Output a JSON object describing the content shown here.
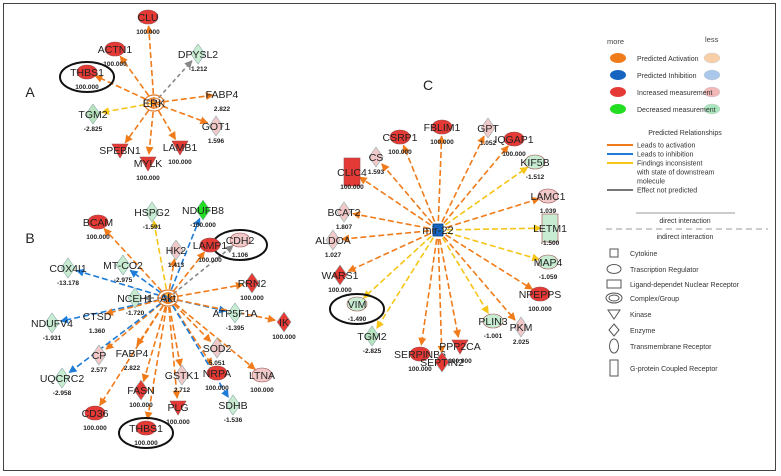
{
  "panels": [
    {
      "letter": "A",
      "hub": {
        "label": "ERK",
        "shape": "complex"
      },
      "nodes": [
        {
          "id": "actn1",
          "label": "ACTN1",
          "value": "100.000",
          "shape": "ellipse",
          "fill": "#e53935",
          "edge": "act"
        },
        {
          "id": "clu",
          "label": "CLU",
          "value": "100.000",
          "shape": "ellipse",
          "fill": "#e53935",
          "edge": "act"
        },
        {
          "id": "dpysl2",
          "label": "DPYSL2",
          "value": "-1.212",
          "shape": "diamond",
          "fill": "#c8ecd2",
          "edge": "np"
        },
        {
          "id": "thbs1",
          "label": "THBS1",
          "value": "100.000",
          "shape": "ellipse",
          "fill": "#e53935",
          "edge": "act",
          "circled": true
        },
        {
          "id": "fabp4",
          "label": "FABP4",
          "value": "2.822",
          "shape": "plain",
          "fill": "none",
          "edge": "act"
        },
        {
          "id": "tgm2",
          "label": "TGM2",
          "value": "-2.825",
          "shape": "diamond",
          "fill": "#b9e3bf",
          "edge": "incons"
        },
        {
          "id": "got1",
          "label": "GOT1",
          "value": "1.596",
          "shape": "diamond",
          "fill": "#f2c9c9",
          "edge": "act"
        },
        {
          "id": "spbn1",
          "label": "SPEBN1",
          "value": "",
          "shape": "arrow",
          "fill": "#e53935",
          "edge": "act"
        },
        {
          "id": "mylk",
          "label": "MYLK",
          "value": "100.000",
          "shape": "arrow",
          "fill": "#e53935",
          "edge": "act"
        },
        {
          "id": "lamb1",
          "label": "LAMB1",
          "value": "100.000",
          "shape": "arrow",
          "fill": "#e53935",
          "edge": "act"
        }
      ]
    },
    {
      "letter": "B",
      "hub": {
        "label": "Akt",
        "shape": "complex"
      },
      "nodes": [
        {
          "id": "bcam",
          "label": "BCAM",
          "value": "100.000",
          "shape": "ellipse",
          "fill": "#e53935",
          "edge": "act"
        },
        {
          "id": "hspg2",
          "label": "HSPG2",
          "value": "-1.591",
          "shape": "diamond",
          "fill": "#c8ecd2",
          "edge": "incons"
        },
        {
          "id": "ndufb8",
          "label": "NDUFB8",
          "value": "-100.000",
          "shape": "diamond",
          "fill": "#22dd22",
          "edge": "inh"
        },
        {
          "id": "cdh2",
          "label": "CDH2",
          "value": "1.106",
          "shape": "ellipse",
          "fill": "#f2c9c9",
          "edge": "np",
          "circled": true
        },
        {
          "id": "cox4i1",
          "label": "COX4I1",
          "value": "-13.178",
          "shape": "diamond",
          "fill": "#c8ecd2",
          "edge": "inh"
        },
        {
          "id": "mtco2",
          "label": "MT-CO2",
          "value": "-2.975",
          "shape": "diamond",
          "fill": "#c8ecd2",
          "edge": "inh"
        },
        {
          "id": "hk2",
          "label": "HK2",
          "value": "1.413",
          "shape": "diamond",
          "fill": "#f2c9c9",
          "edge": "act"
        },
        {
          "id": "lamp1",
          "label": "LAMP1",
          "value": "100.000",
          "shape": "ellipse",
          "fill": "#e53935",
          "edge": "act"
        },
        {
          "id": "rrn2",
          "label": "RRN2",
          "value": "100.000",
          "shape": "diamond",
          "fill": "#e53935",
          "edge": "act"
        },
        {
          "id": "nceh1",
          "label": "NCEH1",
          "value": "-1.720",
          "shape": "diamond",
          "fill": "#c8ecd2",
          "edge": "np"
        },
        {
          "id": "ndufv4",
          "label": "NDUFV4",
          "value": "-1.931",
          "shape": "diamond",
          "fill": "#c8ecd2",
          "edge": "inh"
        },
        {
          "id": "ctsd",
          "label": "CTSD",
          "value": "1.360",
          "shape": "plain",
          "fill": "none",
          "edge": "act"
        },
        {
          "id": "atp5f1a",
          "label": "ATP5F1A",
          "value": "-1.395",
          "shape": "diamond",
          "fill": "#c8ecd2",
          "edge": "inh"
        },
        {
          "id": "ik",
          "label": "IK",
          "value": "100.000",
          "shape": "diamond",
          "fill": "#e53935",
          "edge": "act"
        },
        {
          "id": "cp",
          "label": "CP",
          "value": "2.577",
          "shape": "diamond",
          "fill": "#f2c9c9",
          "edge": "act"
        },
        {
          "id": "fabp4b",
          "label": "FABP4",
          "value": "2.822",
          "shape": "plain",
          "fill": "none",
          "edge": "act"
        },
        {
          "id": "sod2",
          "label": "SOD2",
          "value": "5.051",
          "shape": "diamond",
          "fill": "#f2c9c9",
          "edge": "act"
        },
        {
          "id": "uqcrc2",
          "label": "UQCRC2",
          "value": "-2.958",
          "shape": "diamond",
          "fill": "#c8ecd2",
          "edge": "inh"
        },
        {
          "id": "gstk1",
          "label": "GSTK1",
          "value": "2.712",
          "shape": "diamond",
          "fill": "#f2c9c9",
          "edge": "act"
        },
        {
          "id": "nrpa",
          "label": "NRPA",
          "value": "100.000",
          "shape": "ellipse",
          "fill": "#e53935",
          "edge": "act"
        },
        {
          "id": "ltna",
          "label": "LTNA",
          "value": "100.000",
          "shape": "ellipse",
          "fill": "#f2c9c9",
          "edge": "act"
        },
        {
          "id": "fasn",
          "label": "FASN",
          "value": "100.000",
          "shape": "diamond",
          "fill": "#e53935",
          "edge": "act"
        },
        {
          "id": "plg",
          "label": "PLG",
          "value": "100.000",
          "shape": "arrow",
          "fill": "#e53935",
          "edge": "act"
        },
        {
          "id": "cd36",
          "label": "CD36",
          "value": "100.000",
          "shape": "ellipse",
          "fill": "#e53935",
          "edge": "act"
        },
        {
          "id": "thbs1b",
          "label": "THBS1",
          "value": "100.000",
          "shape": "ellipse",
          "fill": "#e53935",
          "edge": "act",
          "circled": true
        },
        {
          "id": "sdhb",
          "label": "SDHB",
          "value": "-1.536",
          "shape": "diamond",
          "fill": "#c8ecd2",
          "edge": "inh"
        }
      ]
    },
    {
      "letter": "C",
      "hub": {
        "label": "mir-22",
        "shape": "square"
      },
      "nodes": [
        {
          "id": "csrp1",
          "label": "CSRP1",
          "value": "100.000",
          "shape": "ellipse",
          "fill": "#e53935",
          "edge": "act"
        },
        {
          "id": "fblim1",
          "label": "FBLIM1",
          "value": "100.000",
          "shape": "ellipse",
          "fill": "#e53935",
          "edge": "act"
        },
        {
          "id": "gpt",
          "label": "GPT",
          "value": "1.052",
          "shape": "diamond",
          "fill": "#f2c9c9",
          "edge": "act"
        },
        {
          "id": "iqgap1",
          "label": "IQGAP1",
          "value": "100.000",
          "shape": "ellipse",
          "fill": "#e53935",
          "edge": "act"
        },
        {
          "id": "cs",
          "label": "CS",
          "value": "1.593",
          "shape": "diamond",
          "fill": "#f2c9c9",
          "edge": "act"
        },
        {
          "id": "kif5b",
          "label": "KIF5B",
          "value": "-1.512",
          "shape": "ellipse",
          "fill": "#c8ecd2",
          "edge": "incons"
        },
        {
          "id": "clic4",
          "label": "CLIC4",
          "value": "100.000",
          "shape": "rect",
          "fill": "#e53935",
          "edge": "act"
        },
        {
          "id": "lamc1",
          "label": "LAMC1",
          "value": "1.039",
          "shape": "ellipse",
          "fill": "#f2c9c9",
          "edge": "act"
        },
        {
          "id": "bcat2",
          "label": "BCAT2",
          "value": "1.807",
          "shape": "diamond",
          "fill": "#f2c9c9",
          "edge": "act"
        },
        {
          "id": "letm1",
          "label": "LETM1",
          "value": "-1.500",
          "shape": "rect",
          "fill": "#c8ecd2",
          "edge": "incons"
        },
        {
          "id": "aldoa",
          "label": "ALDOA",
          "value": "1.027",
          "shape": "diamond",
          "fill": "#f2c9c9",
          "edge": "act"
        },
        {
          "id": "map4",
          "label": "MAP4",
          "value": "-1.059",
          "shape": "ellipse",
          "fill": "#c8ecd2",
          "edge": "incons"
        },
        {
          "id": "wars1",
          "label": "WARS1",
          "value": "100.000",
          "shape": "diamond",
          "fill": "#e53935",
          "edge": "act"
        },
        {
          "id": "npepps",
          "label": "NPEPPS",
          "value": "100.000",
          "shape": "ellipse",
          "fill": "#e53935",
          "edge": "act"
        },
        {
          "id": "vim",
          "label": "VIM",
          "value": "-1.490",
          "shape": "ellipse",
          "fill": "#c8ecd2",
          "edge": "incons",
          "circled": true
        },
        {
          "id": "pkm",
          "label": "PKM",
          "value": "2.025",
          "shape": "diamond",
          "fill": "#f2c9c9",
          "edge": "act"
        },
        {
          "id": "tgm2c",
          "label": "TGM2",
          "value": "-2.825",
          "shape": "diamond",
          "fill": "#b9e3bf",
          "edge": "incons"
        },
        {
          "id": "plin3",
          "label": "PLIN3",
          "value": "-1.001",
          "shape": "ellipse",
          "fill": "#c8ecd2",
          "edge": "incons"
        },
        {
          "id": "serpinb6",
          "label": "SERPINB6",
          "value": "100.000",
          "shape": "ellipse",
          "fill": "#e53935",
          "edge": "act"
        },
        {
          "id": "septin2",
          "label": "SEPTIN2",
          "value": "",
          "shape": "diamond",
          "fill": "#e53935",
          "edge": "act"
        },
        {
          "id": "ppp2ca",
          "label": "PPP2CA",
          "value": "100.000",
          "shape": "arrow",
          "fill": "#e53935",
          "edge": "act"
        }
      ]
    }
  ],
  "legend": {
    "col_more": "more",
    "col_less": "less",
    "prediction_rows": [
      {
        "label": "Predicted Activation",
        "more": "#f07b1a",
        "less": "#f7cfa8"
      },
      {
        "label": "Predicted Inhibition",
        "more": "#1565c0",
        "less": "#a9c8ec"
      },
      {
        "label": "Increased measurement",
        "more": "#e53935",
        "less": "#f2b7b7"
      },
      {
        "label": "Decreased measurement",
        "more": "#22dd22",
        "less": "#a8e6bd"
      }
    ],
    "relationships_title": "Predicted Relationships",
    "relationship_rows": [
      {
        "label": "Leads to activation",
        "color": "#f07b1a"
      },
      {
        "label": "Leads to inhibition",
        "color": "#1e7bd6"
      },
      {
        "label": "Findings inconsistent",
        "color": "#f5c518"
      },
      {
        "label": "with state of downstream",
        "color": ""
      },
      {
        "label": "molecule",
        "color": ""
      },
      {
        "label": "Effect not predicted",
        "color": "#777777"
      }
    ],
    "interaction_direct": "direct interaction",
    "interaction_indirect": "indirect interaction",
    "shape_rows": [
      {
        "label": "Cytokine",
        "icon": "square"
      },
      {
        "label": "Trascription Regulator",
        "icon": "ellipse"
      },
      {
        "label": "Ligand-dependet Nuclear Receptor",
        "icon": "rect"
      },
      {
        "label": "Complex/Group",
        "icon": "complex"
      },
      {
        "label": "Kinase",
        "icon": "triangle"
      },
      {
        "label": "Enzyme",
        "icon": "diamond"
      },
      {
        "label": "Transmembrane Receptor",
        "icon": "vellipse"
      },
      {
        "label": "G-protein Coupled Receptor",
        "icon": "tallrect"
      }
    ]
  }
}
